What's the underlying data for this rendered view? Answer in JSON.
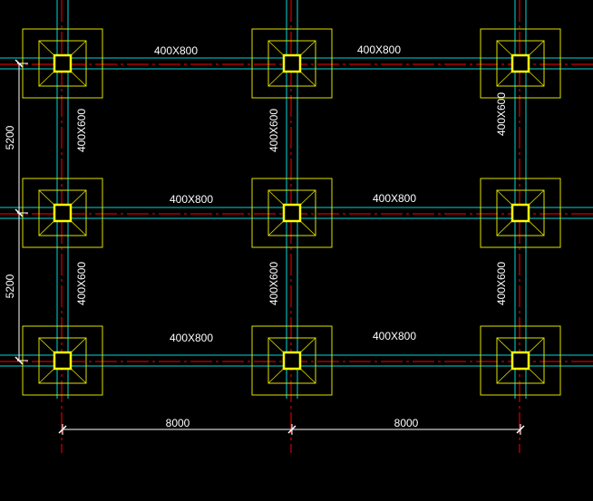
{
  "drawing": {
    "colors": {
      "background": "#000000",
      "footing": "#e0e000",
      "column": "#ffff00",
      "beam_line": "#00d7d7",
      "axis_line": "#ff0000",
      "dimension": "#ffffff"
    },
    "dimensions": {
      "horizontal": [
        "8000",
        "8000"
      ],
      "vertical": [
        "5200",
        "5200"
      ]
    },
    "horizontal_beams": [
      {
        "id": "row1-span1",
        "label": "400X800"
      },
      {
        "id": "row1-span2",
        "label": "400X800"
      },
      {
        "id": "row2-span1",
        "label": "400X800"
      },
      {
        "id": "row2-span2",
        "label": "400X800"
      },
      {
        "id": "row3-span1",
        "label": "400X800"
      },
      {
        "id": "row3-span2",
        "label": "400X800"
      }
    ],
    "vertical_beams": [
      {
        "id": "col1-span1",
        "label": "400X600"
      },
      {
        "id": "col2-span1",
        "label": "400X600"
      },
      {
        "id": "col3-span1",
        "label": "400X600"
      },
      {
        "id": "col1-span2",
        "label": "400X600"
      },
      {
        "id": "col2-span2",
        "label": "400X600"
      },
      {
        "id": "col3-span2",
        "label": "400X600"
      }
    ]
  }
}
